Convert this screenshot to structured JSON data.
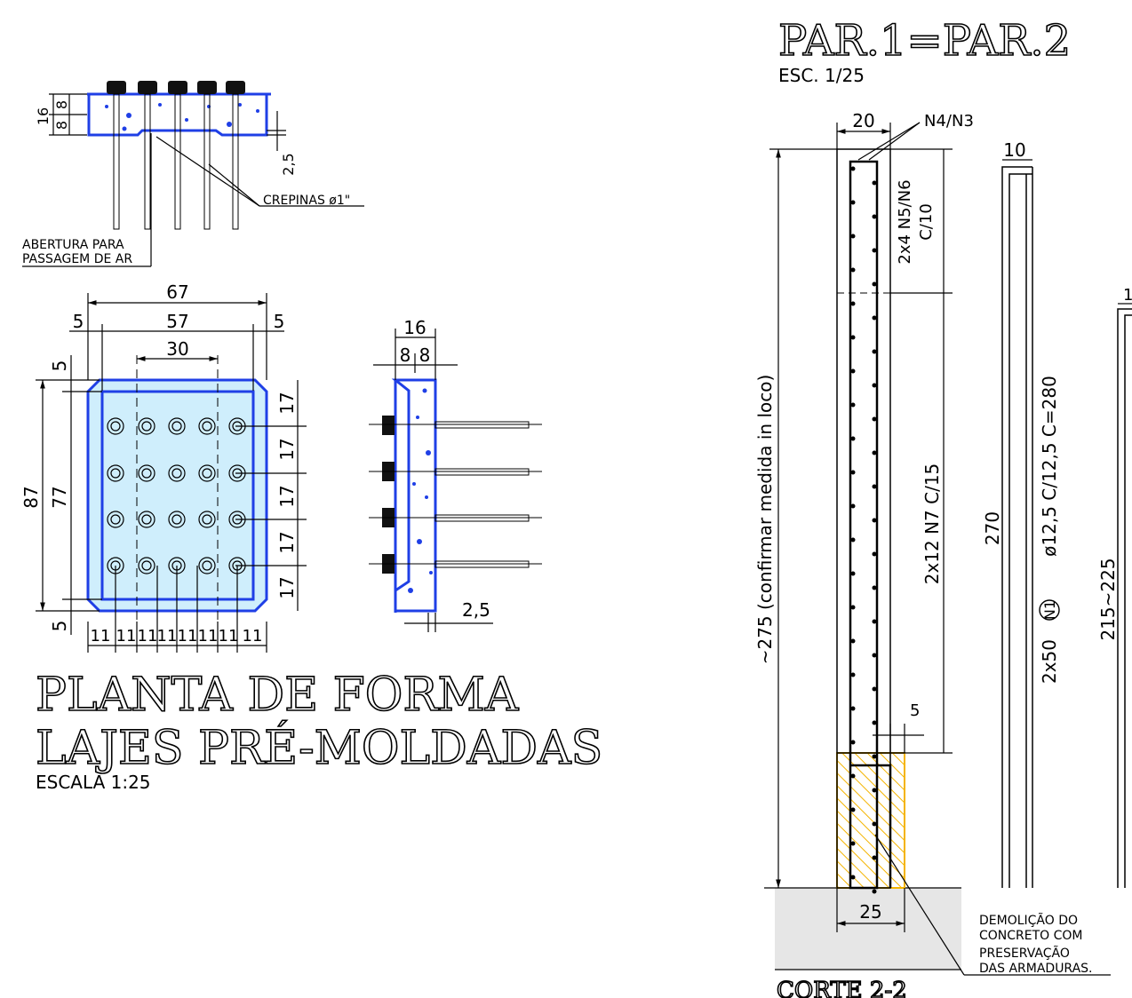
{
  "slab_section": {
    "dim_total": "16",
    "dim_top": "8",
    "dim_bottom": "8",
    "dim_gap": "2,5",
    "crepinas_label": "CREPINAS ø1\"",
    "air_opening_line1": "ABERTURA PARA",
    "air_opening_line2": "PASSAGEM DE AR"
  },
  "plan": {
    "dim_width_total": "67",
    "dim_edge_left": "5",
    "dim_width_inner": "57",
    "dim_edge_right": "5",
    "dim_spacing": "30",
    "dim_top_edge": "5",
    "dim_height_total": "87",
    "dim_height_inner": "77",
    "dim_bottom_edge": "5",
    "row_spacing": [
      "17",
      "17",
      "17",
      "17",
      "17"
    ],
    "col_spacing": [
      "11",
      "11",
      "11",
      "11",
      "11",
      "11"
    ]
  },
  "side_section": {
    "dim_total": "16",
    "dim_a": "8",
    "dim_b": "8",
    "dim_gap": "2,5"
  },
  "title_block": {
    "title_line1": "PLANTA  DE  FORMA",
    "title_line2": "LAJES  PRÉ-MOLDADAS",
    "scale": "ESCALA 1:25"
  },
  "column_detail": {
    "title": "PAR.1=PAR.2",
    "scale": "ESC. 1/25",
    "dim_width": "20",
    "bar_top_label": "N4/N3",
    "stirrup_top_label": "2x4  N5/N6",
    "stirrup_top_spacing": "C/10",
    "total_height_label": "~275  (confirmar  medida  in  loco)",
    "stirrup_main_label": "2x12  N7  C/15",
    "dim_cover": "5",
    "dim_base": "25",
    "demolition_line1": "DEMOLIÇÃO  DO",
    "demolition_line2": "CONCRETO  COM",
    "demolition_line3": "PRESERVAÇÃO",
    "demolition_line4": "DAS  ARMADURAS.",
    "section_title": "CORTE  2-2"
  },
  "rebar_n1": {
    "hook_length": "10",
    "length": "270",
    "qty": "2x50",
    "mark": "N1",
    "spec": "ø12,5  C/12,5  C=280"
  },
  "rebar_right": {
    "hook_length": "1",
    "length": "215~225"
  },
  "colors": {
    "slab_outline": "#1f3fe6",
    "slab_fill": "#cfeefc",
    "demolition_hatch": "#f4b400",
    "ground_fill": "#e6e6e6"
  }
}
